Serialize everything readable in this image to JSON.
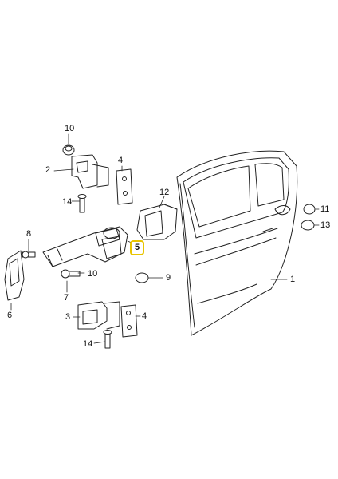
{
  "callouts": [
    {
      "id": "c10a",
      "label": "10"
    },
    {
      "id": "c2",
      "label": "2"
    },
    {
      "id": "c4a",
      "label": "4"
    },
    {
      "id": "c14a",
      "label": "14"
    },
    {
      "id": "c12",
      "label": "12"
    },
    {
      "id": "c8",
      "label": "8"
    },
    {
      "id": "c5",
      "label": "5",
      "highlighted": true
    },
    {
      "id": "c10b",
      "label": "10"
    },
    {
      "id": "c7",
      "label": "7"
    },
    {
      "id": "c6",
      "label": "6"
    },
    {
      "id": "c3",
      "label": "3"
    },
    {
      "id": "c4b",
      "label": "4"
    },
    {
      "id": "c14b",
      "label": "14"
    },
    {
      "id": "c9",
      "label": "9"
    },
    {
      "id": "c1",
      "label": "1"
    },
    {
      "id": "c11",
      "label": "11"
    },
    {
      "id": "c13",
      "label": "13"
    }
  ],
  "colors": {
    "line": "#222222",
    "highlight": "#e8c400",
    "background": "#ffffff"
  }
}
